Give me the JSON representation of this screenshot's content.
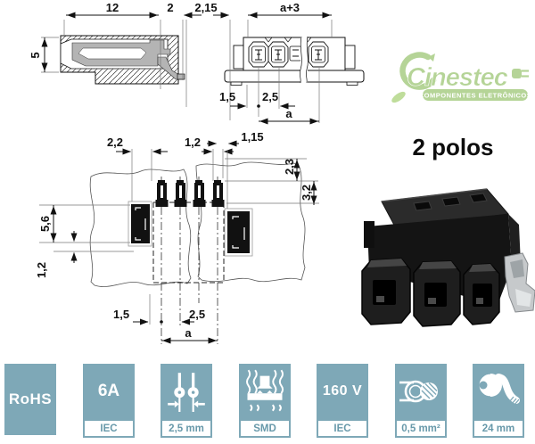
{
  "logo": {
    "name": "Cinestec",
    "tagline": "COMPONENTES ELETRÔNICOS",
    "color": "#79b143"
  },
  "product": {
    "caption": "2 polos",
    "description": "black 3-pole SMD female connector with solder flange"
  },
  "drawings": {
    "side_view": {
      "dim_width": "12",
      "dim_offset": "2",
      "dim_height": "5"
    },
    "front_view": {
      "dim_lead": "2,15",
      "dim_total": "a+3",
      "dim_edge": "1,5",
      "dim_pitch": "2,5",
      "dim_span": "a"
    },
    "footprint": {
      "dim_pad_width": "2,2",
      "dim_pin_width": "1,2",
      "dim_pad_offset": "1,15",
      "dim_top_clearance": "2,3",
      "dim_pin_height": "3,2",
      "dim_pad_height": "5,6",
      "dim_foot": "1,2",
      "dim_edge": "1,5",
      "dim_pitch": "2,5",
      "dim_span": "a"
    }
  },
  "badges": {
    "accent": "#7ea8b7",
    "band_text_color": "#6899aa",
    "items": [
      {
        "label": "RoHS",
        "band": "",
        "icon": ""
      },
      {
        "label": "6A",
        "band": "IEC",
        "icon": ""
      },
      {
        "label": "",
        "band": "2,5 mm",
        "icon": "pitch-icon"
      },
      {
        "label": "",
        "band": "SMD",
        "icon": "smd-icon"
      },
      {
        "label": "160 V",
        "band": "IEC",
        "icon": ""
      },
      {
        "label": "",
        "band": "0,5 mm²",
        "icon": "wire-icon"
      },
      {
        "label": "",
        "band": "24 mm",
        "icon": "strip-length-icon"
      }
    ]
  }
}
